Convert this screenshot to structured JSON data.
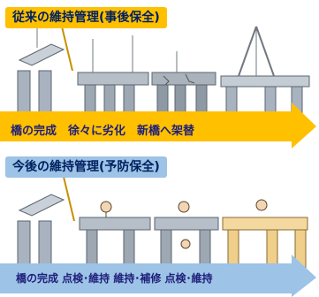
{
  "top_panel": {
    "title": "従来の維持管理(事後保全)",
    "arrow_label": "橋の完成　徐々に劣化　新橋へ架替",
    "arrow_color": "#ffc000",
    "title_bg": "#ffc000"
  },
  "bottom_panel": {
    "title": "今後の維持管理(予防保全)",
    "arrow_label": "橋の完成 点検･維持 維持･補修 点検･維持",
    "arrow_color": "#9dc3e6",
    "title_bg": "#9dc3e6"
  }
}
